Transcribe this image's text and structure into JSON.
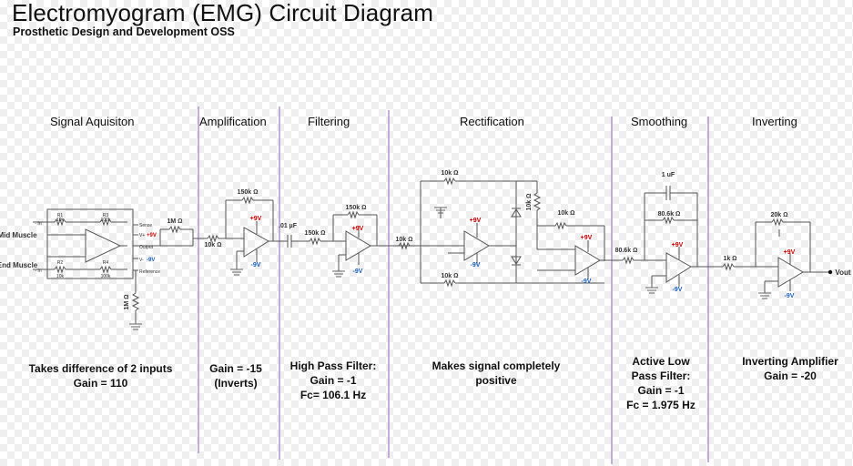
{
  "title": "Electromyogram (EMG) Circuit Diagram",
  "subtitle": "Prosthetic Design and Development OSS",
  "stages": [
    {
      "label": "Signal Aquisiton",
      "desc": [
        "Takes difference of 2 inputs",
        "Gain = 110"
      ]
    },
    {
      "label": "Amplification",
      "desc": [
        "Gain = -15",
        "(Inverts)"
      ]
    },
    {
      "label": "Filtering",
      "desc": [
        "High Pass Filter:",
        "Gain = -1",
        "Fc= 106.1 Hz"
      ]
    },
    {
      "label": "Rectification",
      "desc": [
        "Makes signal completely",
        "positive"
      ]
    },
    {
      "label": "Smoothing",
      "desc": [
        "Active Low",
        "Pass Filter:",
        "Gain = -1",
        "Fc = 1.975 Hz"
      ]
    },
    {
      "label": "Inverting",
      "desc": [
        "Inverting Amplifier",
        "Gain = -20"
      ]
    }
  ],
  "inputs": {
    "mid": "Mid Muscle",
    "end": "End Muscle"
  },
  "ina_pins": {
    "in_minus": "- In",
    "in_plus": "- In",
    "r1": "R1",
    "r2": "R2",
    "r1_val": "10k",
    "r2_val": "10k",
    "r3": "R3",
    "r4": "R4",
    "r3_val": "100k",
    "r4_val": "100k",
    "sense": "Sense",
    "vplus": "V+",
    "output": "Output",
    "vminus": "V-",
    "reference": "Reference",
    "supply_pos": "+9V",
    "supply_neg": "-9V"
  },
  "components": {
    "r_1m_top": "1M Ω",
    "r_1m_ref": "1M Ω",
    "amp_rf": "150k Ω",
    "amp_rin": "10k Ω",
    "cap_hp": ".01 µF",
    "filt_rin": "150k Ω",
    "filt_rf": "150k Ω",
    "rect_rin": "10k Ω",
    "rect_rf_top": "10k Ω",
    "rect_r_bot": "10k Ω",
    "rect_r_vert": "10k Ω",
    "rect_r_sum": "10k Ω",
    "smooth_rin": "80.6k Ω",
    "smooth_cap": "1 uF",
    "smooth_rf": "80.6k Ω",
    "inv_rin": "1k Ω",
    "inv_rf": "20k Ω",
    "vpos": "+9V",
    "vneg": "-9V"
  },
  "output_label": "Vout",
  "colors": {
    "divider": "#b59ad0",
    "wire": "#555555",
    "pos": "#cc0000",
    "neg": "#1a5fb4",
    "ground": "#666666"
  }
}
